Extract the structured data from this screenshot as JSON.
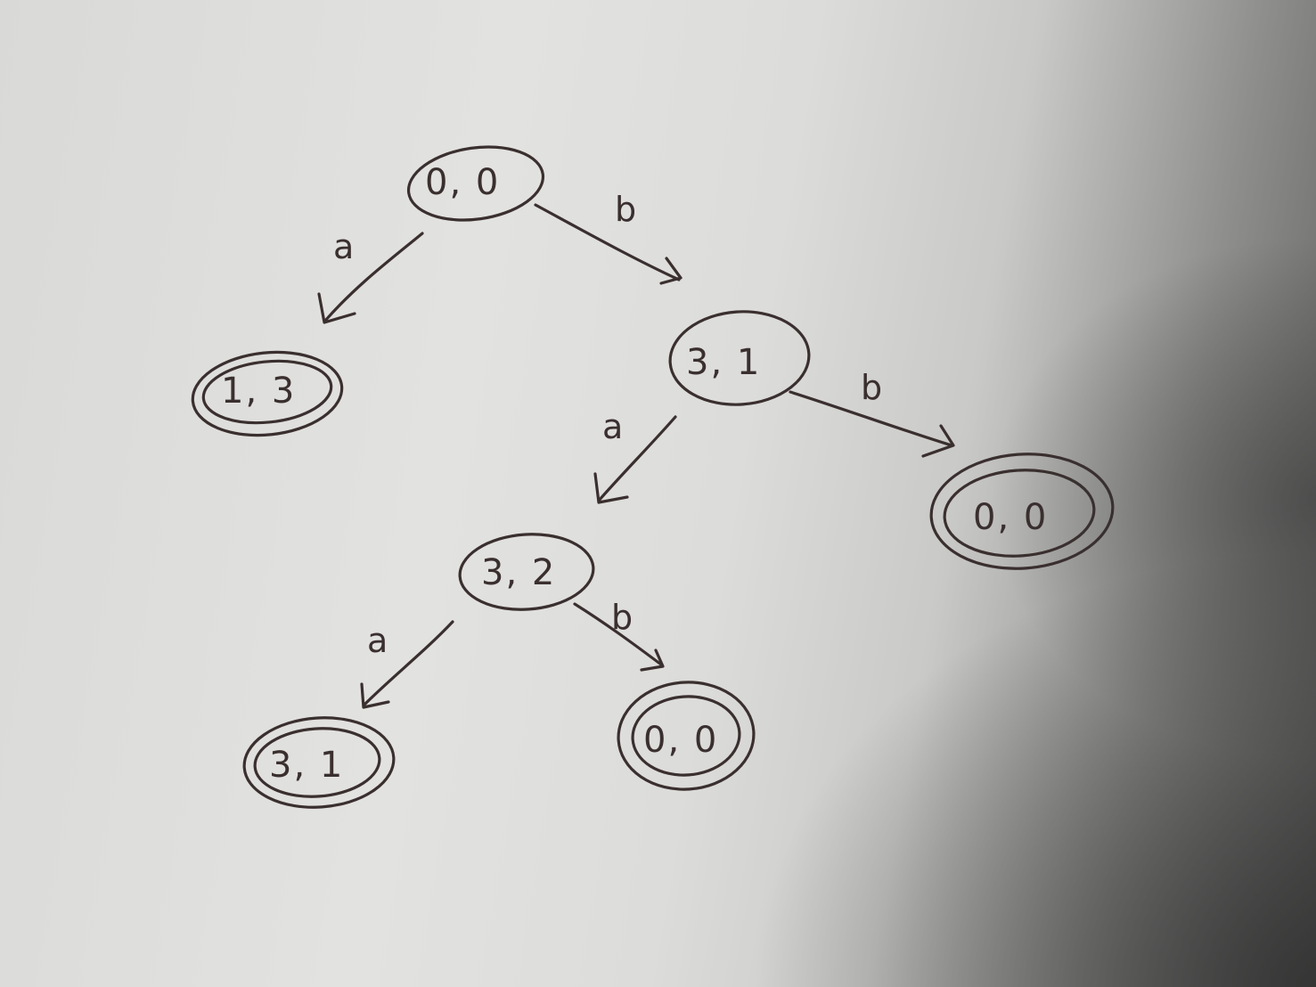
{
  "diagram": {
    "nodes": [
      {
        "id": "n0",
        "label": "0, 0",
        "accepting": false
      },
      {
        "id": "n1",
        "label": "1, 3",
        "accepting": true
      },
      {
        "id": "n2",
        "label": "3, 1",
        "accepting": false
      },
      {
        "id": "n3",
        "label": "0, 0",
        "accepting": true
      },
      {
        "id": "n4",
        "label": "3, 2",
        "accepting": false
      },
      {
        "id": "n5",
        "label": "3, 1",
        "accepting": true
      },
      {
        "id": "n6",
        "label": "0, 0",
        "accepting": true
      }
    ],
    "edges": [
      {
        "from": "n0",
        "to": "n1",
        "label": "a"
      },
      {
        "from": "n0",
        "to": "n2",
        "label": "b"
      },
      {
        "from": "n2",
        "to": "n4",
        "label": "a"
      },
      {
        "from": "n2",
        "to": "n3",
        "label": "b"
      },
      {
        "from": "n4",
        "to": "n5",
        "label": "a"
      },
      {
        "from": "n4",
        "to": "n6",
        "label": "b"
      }
    ]
  },
  "colors": {
    "ink": "#3a2f2f",
    "paper": "#dededc"
  }
}
